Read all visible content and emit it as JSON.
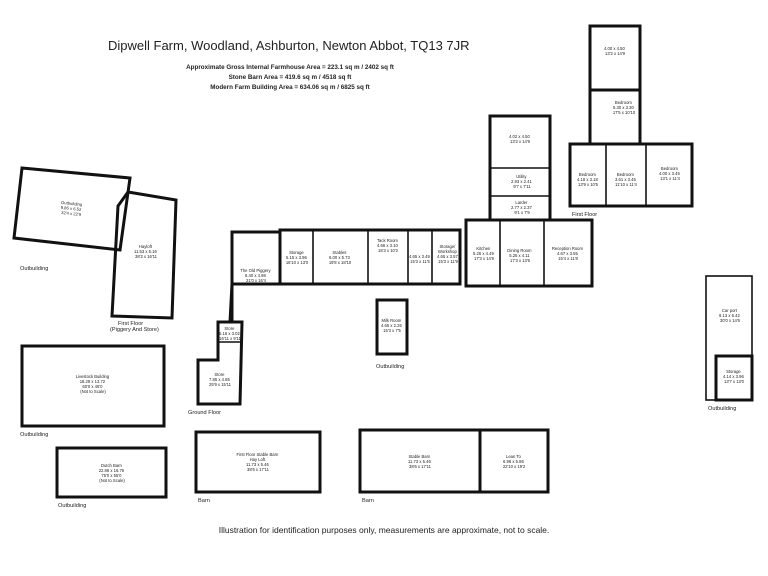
{
  "header": {
    "title": "Dipwell Farm, Woodland, Ashburton, Newton Abbot, TQ13 7JR",
    "area_farmhouse": "Approximate Gross Internal Farmhouse  Area  = 223.1 sq m / 2402 sq ft",
    "area_stone_barn": "Stone Barn Area = 419.6 sq m / 4518 sq ft",
    "area_modern": "Modern Farm Building Area = 634.06 sq m / 6825 sq ft"
  },
  "rooms": {
    "outbuilding_tl": [
      "Outbuilding",
      "9.86 x 6.52",
      "32'4 x 22'9"
    ],
    "hayloft": [
      "Hayloft",
      "11.53 x 5.16",
      "38'2 x 16'11"
    ],
    "old_piggery": [
      "The Old Piggery",
      "6.40 x 4.98",
      "21'0 x 16'4"
    ],
    "store_small": [
      "Store",
      "5.16 x 3.02",
      "16'11 x 9'11"
    ],
    "store_large": [
      "Store",
      "7.85 x 4.85",
      "25'9 x 15'11"
    ],
    "storage": [
      "Storage",
      "5.15 x 3.96",
      "16'10 x 13'0"
    ],
    "stables": [
      "Stables",
      "6.00 x 5.73",
      "19'8 x 18'10"
    ],
    "tack_room": [
      "Tack Room",
      "4.66 x 3.10",
      "15'3 x 10'2"
    ],
    "tack_small": [
      "4.65 x 3.49",
      "15'3 x 11'5"
    ],
    "workshop": [
      "Storage/",
      "Workshop",
      "4.65 x 3.57",
      "15'3 x 11'9"
    ],
    "milk_room": [
      "Milk Room",
      "4.65 x 2.26",
      "15'3 x 7'5"
    ],
    "kitchen": [
      "Kitchen",
      "5.26 x 4.49",
      "17'3 x 14'9"
    ],
    "dining": [
      "Dining Room",
      "5.25 x 4.11",
      "17'3 x 13'6"
    ],
    "reception": [
      "Reception Room",
      "4.67 x 3.55",
      "15'4 x 11'8"
    ],
    "utility": [
      "Utility",
      "2.93 x 2.41",
      "9'7 x 7'11"
    ],
    "larder": [
      "Larder",
      "2.77 x 2.37",
      "9'1 x 7'9"
    ],
    "back_room": [
      "4.02 x 4.50",
      "13'2 x 14'9"
    ],
    "bed_a": [
      "Bedroom",
      "4.18 x 3.18",
      "13'9 x 10'5"
    ],
    "bed_b": [
      "Bedroom",
      "3.61 x 3.45",
      "11'10 x 11'4"
    ],
    "bed_c": [
      "Bedroom",
      "4.00 x 3.45",
      "13'1 x 11'4"
    ],
    "bed_d": [
      "Bedroom",
      "5.30 x 3.30",
      "17'5 x 10'10"
    ],
    "top_room": [
      "4.00 x 4.50",
      "13'2 x 14'9"
    ],
    "livestock": [
      "Livestock Building",
      "18.29 x 13.72",
      "60'0 x 45'0",
      "(Not to Scale)"
    ],
    "dutch_barn": [
      "Dutch Barn",
      "22.86 x 16.76",
      "75'0 x 55'0",
      "(Not to Scale)"
    ],
    "stable_barn_ff": [
      "First Floor Stable Barn",
      "Hay Loft",
      "11.73 x 5.46",
      "38'6 x 17'11"
    ],
    "stable_barn": [
      "Stable Barn",
      "11.73 x 5.46",
      "38'6 x 17'11"
    ],
    "lean_to": [
      "Lean To",
      "6.96 x 5.86",
      "22'10 x 19'2"
    ],
    "car_port": [
      "Car port",
      "9.13 x 6.42",
      "30'0 x 14'6"
    ],
    "storage_r": [
      "Storage",
      "4.14 x 3.96",
      "13'7 x 13'0"
    ]
  },
  "labels": {
    "outbuilding_1": "Outbuilding",
    "first_floor_piggery": "First Floor",
    "first_floor_piggery_sub": "(Piggery And Store)",
    "ground_floor": "Ground Floor",
    "outbuilding_2": "Outbuilding",
    "first_floor_house": "First Floor",
    "outbuilding_3": "Outbuilding",
    "outbuilding_4": "Outbuilding",
    "outbuilding_5": "Outbuilding",
    "barn_1": "Barn",
    "barn_2": "Barn"
  },
  "footer": {
    "disclaimer": "Illustration for identification purposes only, measurements are approximate, not to scale."
  }
}
